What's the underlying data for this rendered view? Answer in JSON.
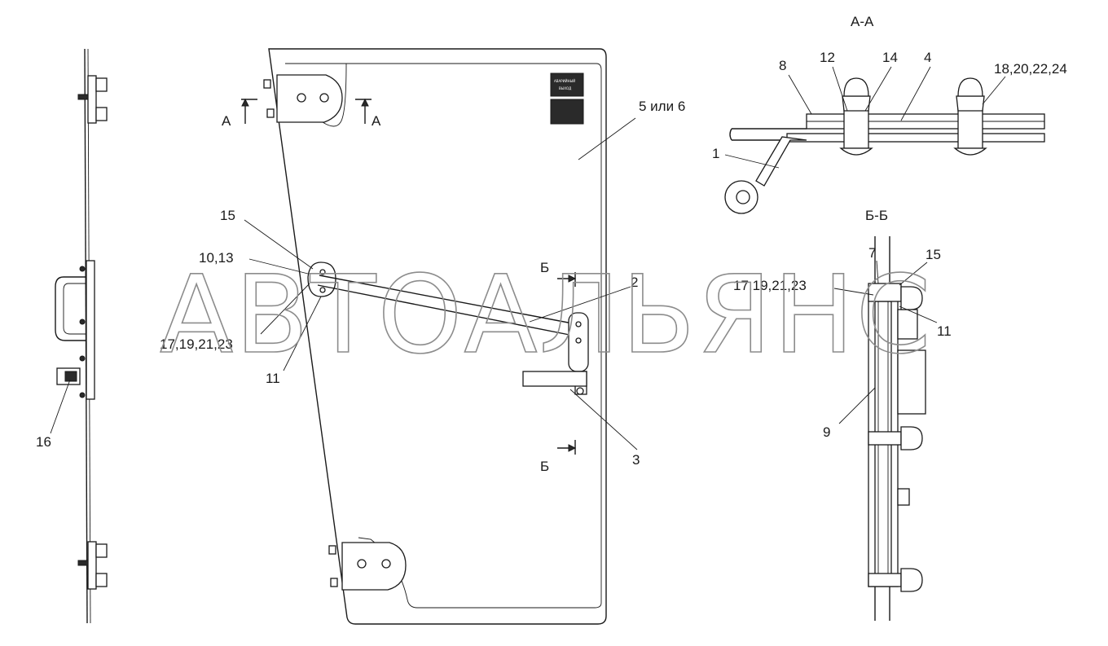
{
  "watermark": "АВТОАЛЬЯНС",
  "sections": {
    "aa_title": "А-А",
    "bb_title": "Б-Б",
    "mark_a": "А",
    "mark_b": "Б"
  },
  "door_labels": {
    "glass": "5 или 6",
    "l15": "15",
    "l1013": "10,13",
    "l17": "17,19,21,23",
    "l11": "11",
    "l2": "2",
    "l3": "3",
    "l16": "16"
  },
  "aa_labels": {
    "l8": "8",
    "l12": "12",
    "l14": "14",
    "l4": "4",
    "l18": "18,20,22,24",
    "l1": "1"
  },
  "bb_labels": {
    "l7": "7",
    "l15": "15",
    "l17": "17,19,21,23",
    "l11": "11",
    "l9": "9"
  },
  "sign": {
    "line1": "АВАРИЙНЫЙ",
    "line2": "ВЫХОД"
  }
}
